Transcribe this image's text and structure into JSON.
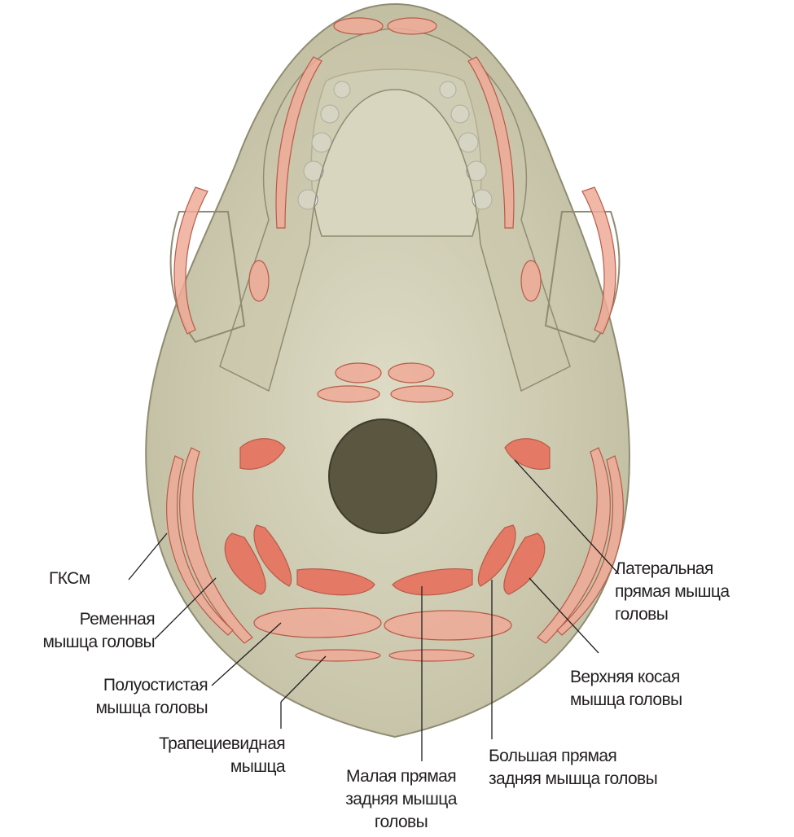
{
  "colors": {
    "bone": "#cfccb2",
    "bone_dark": "#a9a68c",
    "muscle": "#e47a66",
    "muscle_light": "#eeaa98",
    "foramen": "#5a5640",
    "text": "#231f20"
  },
  "labels": {
    "gksm": [
      "ГКСм"
    ],
    "splenius": [
      "Ременная",
      "мышца головы"
    ],
    "semispinalis": [
      "Полуостистая",
      "мышца головы"
    ],
    "trapezius": [
      "Трапециевидная",
      "мышца"
    ],
    "rectus_minor": [
      "Малая прямая",
      "задняя мышца",
      "головы"
    ],
    "rectus_major": [
      "Большая прямая",
      "задняя мышца головы"
    ],
    "obliquus_superior": [
      "Верхняя косая",
      "мышца головы"
    ],
    "rectus_lateralis": [
      "Латеральная",
      "прямая мышца",
      "головы"
    ]
  }
}
